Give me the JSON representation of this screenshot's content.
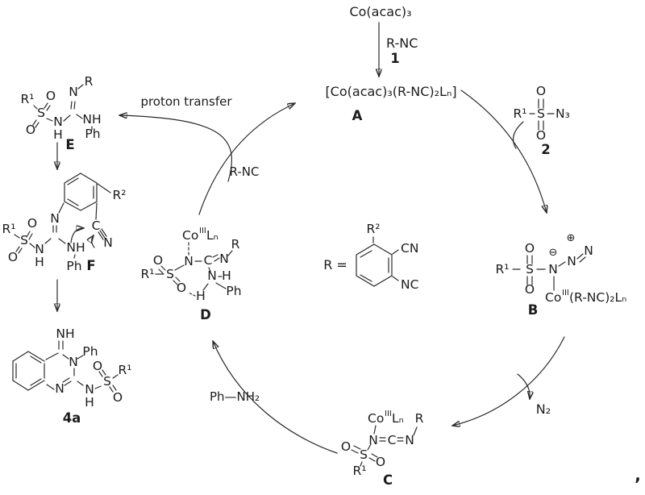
{
  "colors": {
    "background": "#ffffff",
    "ink": "#1c1c1c"
  },
  "top": {
    "precatalyst": "Co(acac)₃",
    "step_reagent": "R-NC",
    "step_number": "1",
    "complex_a": "[Co(acac)₃(R-NC)₂Lₙ]",
    "label_a": "A"
  },
  "labels": {
    "proton_transfer": "proton transfer",
    "cycle_rnc": "R-NC",
    "amine": "Ph—NH₂",
    "n2": "N₂",
    "comma": ","
  },
  "reagent2": {
    "o_top": "O",
    "r1": "R¹",
    "s": "S",
    "n3": "N₃",
    "o_bottom": "O",
    "number": "2"
  },
  "inter_b": {
    "o_top": "O",
    "r1": "R¹",
    "s": "S",
    "o_bottom": "O",
    "n_amide": "N",
    "charge_minus": "⊖",
    "n_mid": "N",
    "charge_plus": "⊕",
    "n_end": "N",
    "co": "Co",
    "ox": "III",
    "ligands": "(R-NC)₂Lₙ",
    "label": "B"
  },
  "inter_c": {
    "co": "Co",
    "ox": "III",
    "ln": "Lₙ",
    "r": "R",
    "n_left": "N",
    "c": "C",
    "n_right": "N",
    "o_left": "O",
    "s": "S",
    "o_right": "O",
    "r1": "R¹",
    "label": "C"
  },
  "inter_d": {
    "co": "Co",
    "ox": "III",
    "ln": "Lₙ",
    "n_co": "N",
    "c": "C",
    "n_imine": "N",
    "r": "R",
    "n_amine": "N",
    "h_amine": "H",
    "ph": "Ph",
    "h_bond": "H",
    "o_left": "O",
    "s": "S",
    "o_right": "O",
    "r1": "R¹",
    "label": "D"
  },
  "r_def": {
    "prefix": "R =",
    "r2": "R²",
    "cn": "CN",
    "nc": "NC"
  },
  "inter_e": {
    "r1": "R¹",
    "o_top": "O",
    "s": "S",
    "o_bottom": "O",
    "n_sulf": "N",
    "h_sulf": "H",
    "n_imine": "N",
    "r": "R",
    "nh": "NH",
    "ph": "Ph",
    "label": "E"
  },
  "inter_f": {
    "r2": "R²",
    "n_imine": "N",
    "c_nitrile": "C",
    "n_nitrile": "N",
    "r1": "R¹",
    "o_top": "O",
    "s": "S",
    "o_bottom": "O",
    "n_sulf": "N",
    "h_sulf": "H",
    "nh": "NH",
    "ph": "Ph",
    "label": "F"
  },
  "product_4a": {
    "nh": "NH",
    "ph": "Ph",
    "n3": "N",
    "n1": "N",
    "n_sulf": "N",
    "h_sulf": "H",
    "s": "S",
    "o_top": "O",
    "o_bottom": "O",
    "r1": "R¹",
    "label": "4a"
  }
}
